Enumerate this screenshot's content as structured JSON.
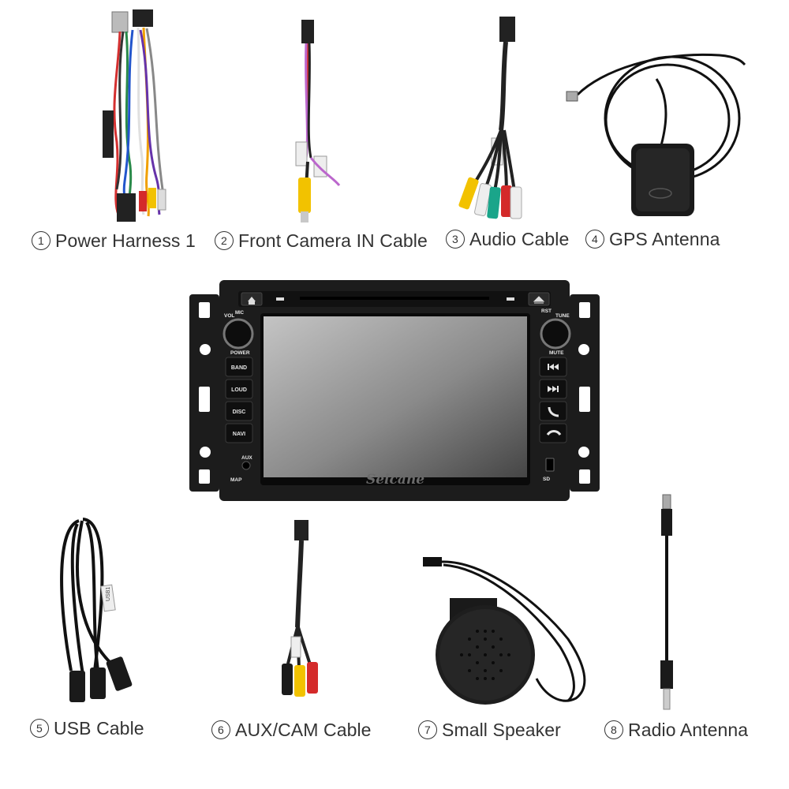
{
  "items": [
    {
      "num": "1",
      "label": "Power Harness 1"
    },
    {
      "num": "2",
      "label": "Front Camera IN Cable"
    },
    {
      "num": "3",
      "label": "Audio Cable"
    },
    {
      "num": "4",
      "label": "GPS Antenna"
    },
    {
      "num": "5",
      "label": "USB Cable"
    },
    {
      "num": "6",
      "label": "AUX/CAM Cable"
    },
    {
      "num": "7",
      "label": "Small Speaker"
    },
    {
      "num": "8",
      "label": "Radio Antenna"
    }
  ],
  "unit": {
    "brand": "Seicane",
    "left_buttons": [
      "BAND",
      "LOUD",
      "DISC",
      "NAVI"
    ],
    "labels": {
      "vol": "VOL",
      "mic": "MIC",
      "power": "POWER",
      "rst": "RST",
      "tune": "TUNE",
      "mute": "MUTE",
      "aux": "AUX",
      "map": "MAP",
      "sd": "SD"
    }
  },
  "usb_tag": "USB1",
  "colors": {
    "label_text": "#333333",
    "unit_body": "#1c1c1c",
    "screen_light": "#b8b8b8",
    "screen_dark": "#4a4a4a",
    "rca_yellow": "#f2c200",
    "rca_red": "#d42a2a",
    "rca_white": "#eeeeee",
    "rca_green": "#1aa58a"
  }
}
